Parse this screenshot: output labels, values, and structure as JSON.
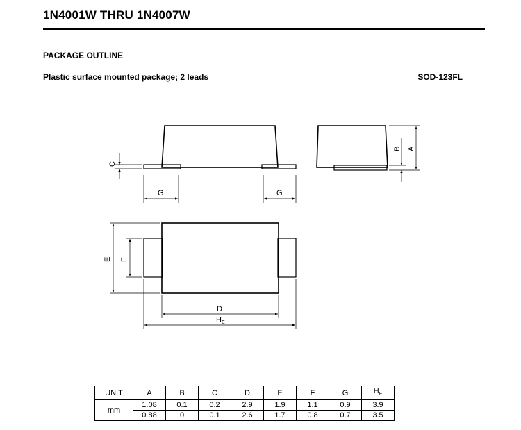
{
  "header": {
    "title": "1N4001W THRU 1N4007W"
  },
  "section": {
    "heading": "PACKAGE OUTLINE",
    "description": "Plastic surface mounted package; 2 leads",
    "package": "SOD-123FL"
  },
  "drawing": {
    "labels": {
      "A": "A",
      "B": "B",
      "C": "C",
      "D": "D",
      "E": "E",
      "F": "F",
      "G": "G",
      "H": "H",
      "H_sub": "E"
    }
  },
  "table": {
    "unit_header": "UNIT",
    "columns": [
      "A",
      "B",
      "C",
      "D",
      "E",
      "F",
      "G"
    ],
    "he_main": "H",
    "he_sub": "E",
    "unit": "mm",
    "max_row": [
      "1.08",
      "0.1",
      "0.2",
      "2.9",
      "1.9",
      "1.1",
      "0.9",
      "3.9"
    ],
    "min_row": [
      "0.88",
      "0",
      "0.1",
      "2.6",
      "1.7",
      "0.8",
      "0.7",
      "3.5"
    ]
  }
}
